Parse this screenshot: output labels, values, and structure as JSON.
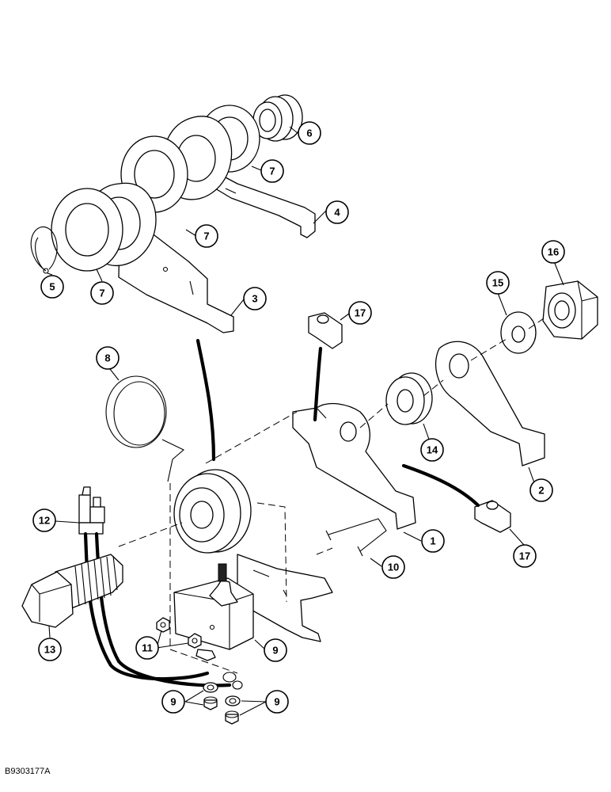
{
  "figure_code": "B9303177A",
  "callouts": [
    {
      "id": "c1",
      "label": "1"
    },
    {
      "id": "c2",
      "label": "2"
    },
    {
      "id": "c3",
      "label": "3"
    },
    {
      "id": "c4",
      "label": "4"
    },
    {
      "id": "c5",
      "label": "5"
    },
    {
      "id": "c6",
      "label": "6"
    },
    {
      "id": "c7a",
      "label": "7"
    },
    {
      "id": "c7b",
      "label": "7"
    },
    {
      "id": "c7c",
      "label": "7"
    },
    {
      "id": "c8",
      "label": "8"
    },
    {
      "id": "c9a",
      "label": "9"
    },
    {
      "id": "c9b",
      "label": "9"
    },
    {
      "id": "c9c",
      "label": "9"
    },
    {
      "id": "c10",
      "label": "10"
    },
    {
      "id": "c11",
      "label": "11"
    },
    {
      "id": "c12",
      "label": "12"
    },
    {
      "id": "c13",
      "label": "13"
    },
    {
      "id": "c14",
      "label": "14"
    },
    {
      "id": "c15",
      "label": "15"
    },
    {
      "id": "c16",
      "label": "16"
    },
    {
      "id": "c17a",
      "label": "17"
    },
    {
      "id": "c17b",
      "label": "17"
    }
  ]
}
